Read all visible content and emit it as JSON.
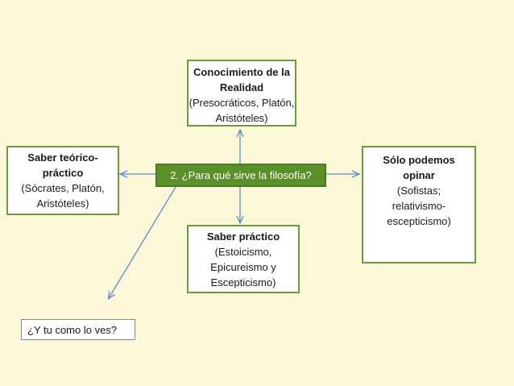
{
  "diagram": {
    "center": {
      "text": "2. ¿Para qué sirve la filosofía?"
    },
    "top": {
      "title": "Conocimiento de la Realidad",
      "sub": "(Presocráticos, Platón, Aristóteles)"
    },
    "left": {
      "title": "Saber teórico-práctico",
      "sub": "(Sócrates, Platón, Aristóteles)"
    },
    "right": {
      "title": "Sólo podemos opinar",
      "sub": "(Sofistas; relativismo-escepticismo)"
    },
    "bottom": {
      "title": "Saber práctico",
      "sub": "(Estoicismo, Epicureismo y Escepticismo)"
    },
    "question": {
      "text": "¿Y tu como lo ves?"
    }
  },
  "colors": {
    "background": "#fbf7d8",
    "center_fill": "#5b8f2a",
    "box_border": "#6a9a3c",
    "arrow": "#5b8fc7"
  }
}
